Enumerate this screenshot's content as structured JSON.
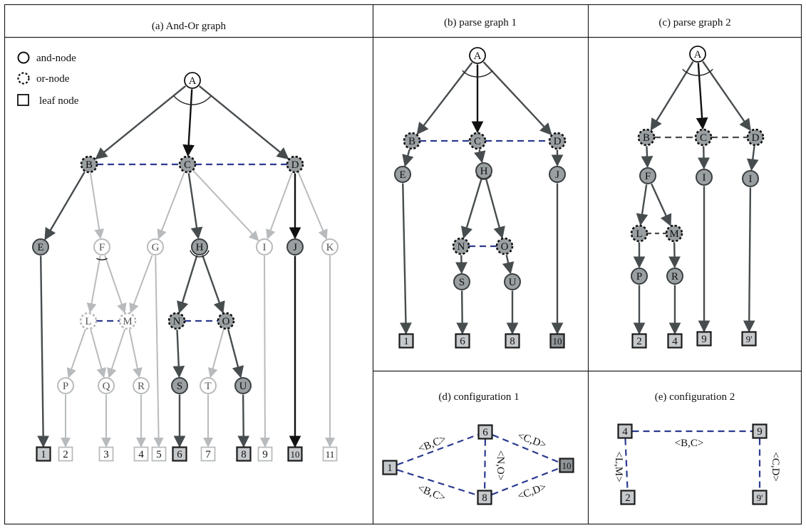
{
  "panels": {
    "a": {
      "title": "(a) And-Or graph"
    },
    "b": {
      "title": "(b) parse graph 1"
    },
    "c": {
      "title": "(c) parse graph 2"
    },
    "d": {
      "title": "(d) configuration 1"
    },
    "e": {
      "title": "(e) configuration 2"
    }
  },
  "legend": {
    "and_node": "and-node",
    "or_node": "or-node",
    "leaf_node": "leaf node"
  },
  "colors": {
    "frame": "#222222",
    "active_fill": "#9a9fa2",
    "active_stroke": "#3a3f42",
    "active_edge": "#474c4f",
    "root_edge": "#111111",
    "inactive": "#b8bbbd",
    "relation": "#2b3a8f",
    "leaf_fill": "#c6c9cc",
    "leaf_fill_dark": "#8f9497"
  },
  "graph_a": {
    "root": "A",
    "or_nodes": [
      "B",
      "C",
      "D",
      "L",
      "M",
      "N",
      "O"
    ],
    "and_nodes": [
      "A",
      "E",
      "F",
      "G",
      "H",
      "I",
      "J",
      "K",
      "P",
      "Q",
      "R",
      "S",
      "T",
      "U"
    ],
    "leaves": [
      "1",
      "2",
      "3",
      "4",
      "5",
      "6",
      "7",
      "8",
      "9",
      "10",
      "11"
    ],
    "active_path": [
      "A",
      "B",
      "C",
      "D",
      "E",
      "H",
      "J",
      "N",
      "O",
      "S",
      "U",
      "1",
      "6",
      "8",
      "10"
    ]
  },
  "parse_graph_1": {
    "nodes": [
      "A",
      "B",
      "C",
      "D",
      "E",
      "H",
      "J",
      "N",
      "O",
      "S",
      "U"
    ],
    "leaves": [
      "1",
      "6",
      "8",
      "10"
    ]
  },
  "parse_graph_2": {
    "nodes": [
      "A",
      "B",
      "C",
      "D",
      "F",
      "I",
      "I",
      "L",
      "M",
      "P",
      "R"
    ],
    "leaves": [
      "2",
      "4",
      "9",
      "9'"
    ]
  },
  "configuration_1": {
    "nodes": [
      "1",
      "6",
      "8",
      "10"
    ],
    "edges": [
      {
        "from": "1",
        "to": "6",
        "label": "<B,C>"
      },
      {
        "from": "1",
        "to": "8",
        "label": "<B,C>"
      },
      {
        "from": "6",
        "to": "10",
        "label": "<C,D>"
      },
      {
        "from": "8",
        "to": "10",
        "label": "<C,D>"
      },
      {
        "from": "6",
        "to": "8",
        "label": "<N,O>"
      }
    ]
  },
  "configuration_2": {
    "nodes": [
      "4",
      "9",
      "2",
      "9'"
    ],
    "edges": [
      {
        "from": "4",
        "to": "9",
        "label": "<B,C>"
      },
      {
        "from": "4",
        "to": "2",
        "label": "<L,M>"
      },
      {
        "from": "9",
        "to": "9'",
        "label": "<C,D>"
      }
    ]
  }
}
